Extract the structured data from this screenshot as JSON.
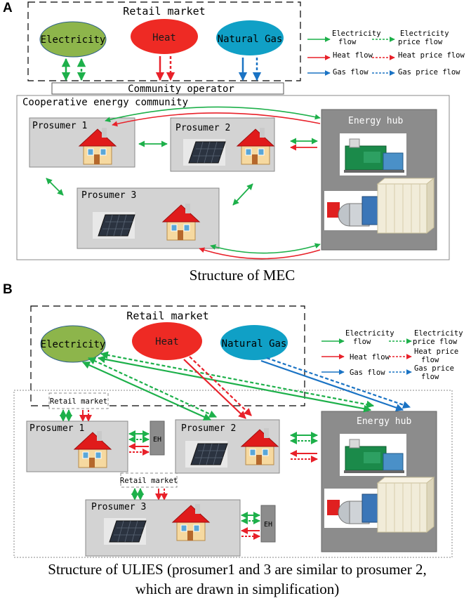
{
  "panel_a": {
    "letter": "A",
    "retail_market": "Retail market",
    "electricity": "Electricity",
    "heat": "Heat",
    "natural_gas": "Natural Gas",
    "community_operator": "Community operator",
    "cooperative_community": "Cooperative energy community",
    "prosumer1": "Prosumer 1",
    "prosumer2": "Prosumer 2",
    "prosumer3": "Prosumer 3",
    "energy_hub": "Energy hub",
    "caption": "Structure of MEC",
    "legend": {
      "electricity_flow": [
        "Electricity",
        "flow"
      ],
      "electricity_price_flow": [
        "Electricity",
        "price flow"
      ],
      "heat_flow": "Heat flow",
      "heat_price_flow": "Heat price flow",
      "gas_flow": "Gas flow",
      "gas_price_flow": "Gas price flow"
    }
  },
  "panel_b": {
    "letter": "B",
    "retail_market": "Retail market",
    "electricity": "Electricity",
    "heat": "Heat",
    "natural_gas": "Natural Gas",
    "retail_market_small_1": "Retail market",
    "retail_market_small_2": "Retail market",
    "prosumer1": "Prosumer 1",
    "prosumer2": "Prosumer 2",
    "prosumer3": "Prosumer 3",
    "energy_hub": "Energy hub",
    "eh1": "EH",
    "eh2": "EH",
    "caption_line1": "Structure of ULIES (prosumer1 and 3 are similar to prosumer 2,",
    "caption_line2": "which are drawn in simplification)",
    "legend": {
      "electricity_flow": [
        "Electricity",
        "flow"
      ],
      "electricity_price_flow": [
        "Electricity",
        "price flow"
      ],
      "heat_flow": "Heat flow",
      "heat_price_flow": [
        "Heat price",
        "flow"
      ],
      "gas_flow": "Gas flow",
      "gas_price_flow": [
        "Gas price",
        "flow"
      ]
    }
  },
  "colors": {
    "green": "#1db04a",
    "red": "#e8212a",
    "blue": "#1a73c4",
    "electricity_fill": "#8db54b",
    "heat_fill": "#ee2a24",
    "gas_fill": "#10a0c6",
    "box_fill": "#d3d3d3",
    "hub_fill": "#8c8c8c"
  }
}
